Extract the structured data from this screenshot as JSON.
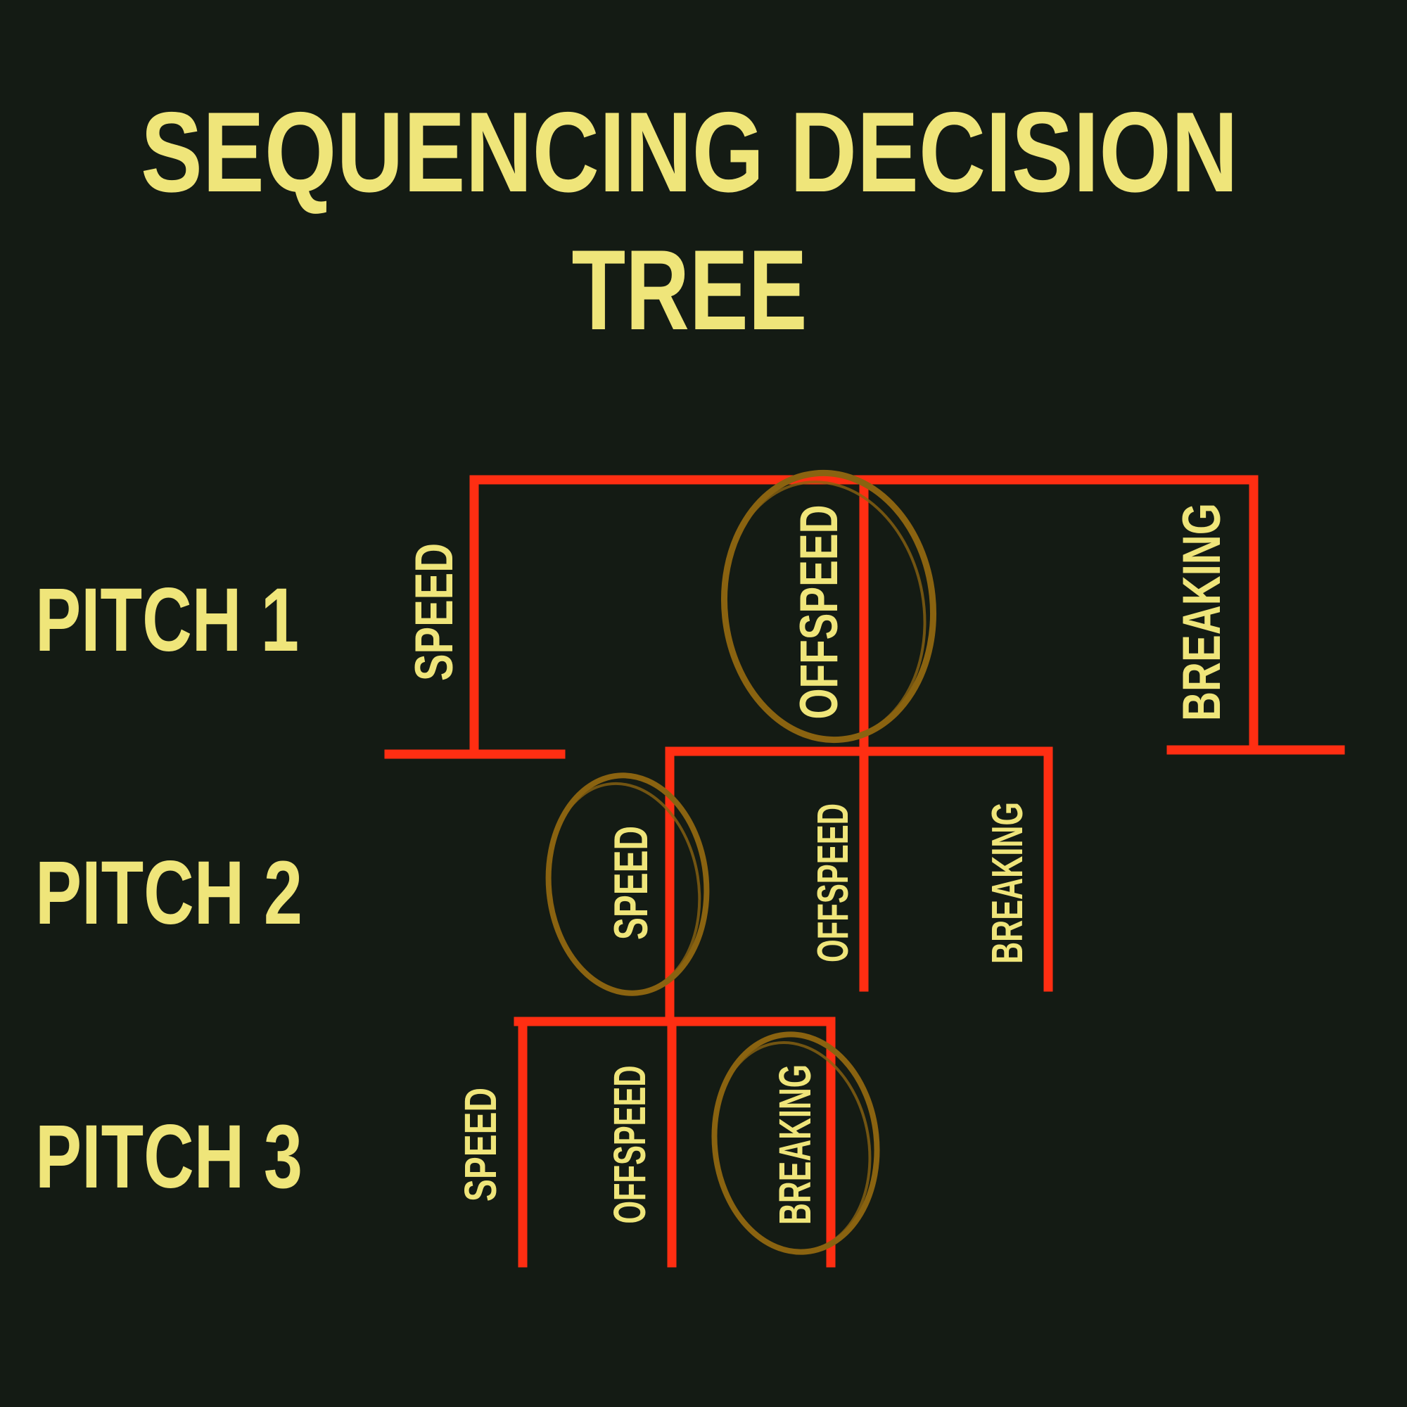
{
  "title": {
    "line1": "SEQUENCING DECISION",
    "line2": "TREE"
  },
  "colors": {
    "background": "#141b14",
    "text": "#efe57a",
    "line": "#ff2e12",
    "circle": "#8a6310"
  },
  "rows": [
    {
      "label": "PITCH 1",
      "options": [
        "SPEED",
        "OFFSPEED",
        "BREAKING"
      ],
      "selected": "OFFSPEED"
    },
    {
      "label": "PITCH 2",
      "options": [
        "SPEED",
        "OFFSPEED",
        "BREAKING"
      ],
      "selected": "SPEED"
    },
    {
      "label": "PITCH 3",
      "options": [
        "SPEED",
        "OFFSPEED",
        "BREAKING"
      ],
      "selected": "BREAKING"
    }
  ]
}
